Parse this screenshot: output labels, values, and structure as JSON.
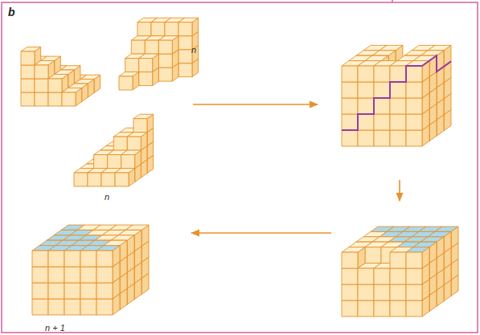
{
  "diagram": {
    "labels": [
      "b",
      "n",
      "n",
      "n + 1"
    ]
  }
}
